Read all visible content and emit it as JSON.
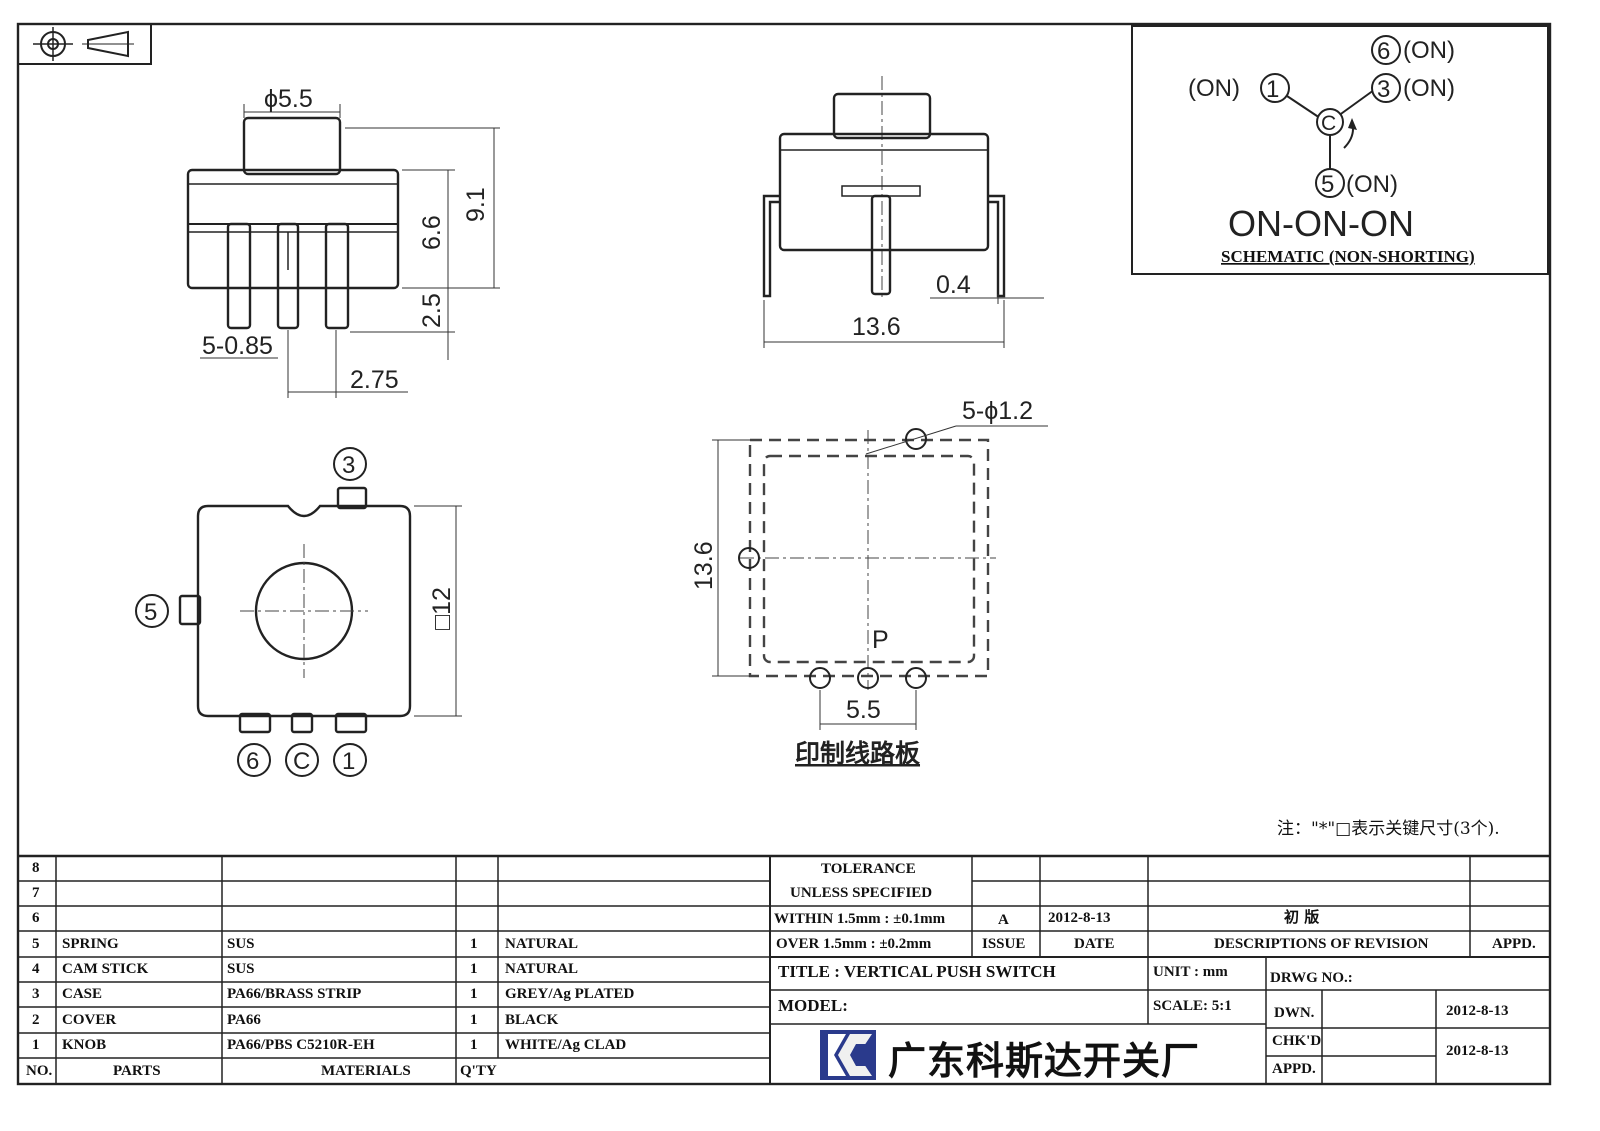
{
  "views": {
    "side": {
      "dim_diameter": "ϕ5.5",
      "dim_total_height": "9.1",
      "dim_body_height": "6.6",
      "dim_pin_length": "2.5",
      "dim_pin_width": "5-0.85",
      "dim_pin_pitch": "2.75"
    },
    "front": {
      "dim_thickness": "0.4",
      "dim_width": "13.6"
    },
    "top": {
      "dim_square": "□12",
      "pins": [
        "3",
        "5",
        "6",
        "C",
        "1"
      ]
    },
    "pcb": {
      "dim_holes": "5-ϕ1.2",
      "dim_height": "13.6",
      "dim_pitch": "5.5",
      "label_p": "P",
      "caption": "印制线路板"
    }
  },
  "schematic": {
    "pins": [
      {
        "id": "6",
        "state": "(ON)"
      },
      {
        "id": "3",
        "state": "(ON)"
      },
      {
        "id": "1",
        "state": "(ON)"
      },
      {
        "id": "5",
        "state": "(ON)"
      }
    ],
    "common": "C",
    "function": "ON-ON-ON",
    "caption": "SCHEMATIC (NON-SHORTING)"
  },
  "note": "注：\"*\"□表示关键尺寸(3个).",
  "parts_list": {
    "headers": {
      "no": "NO.",
      "parts": "PARTS",
      "materials": "MATERIALS",
      "qty": "Q'TY"
    },
    "rows": [
      {
        "no": "8",
        "part": "",
        "material": "",
        "qty": "",
        "finish": ""
      },
      {
        "no": "7",
        "part": "",
        "material": "",
        "qty": "",
        "finish": ""
      },
      {
        "no": "6",
        "part": "",
        "material": "",
        "qty": "",
        "finish": ""
      },
      {
        "no": "5",
        "part": "SPRING",
        "material": "SUS",
        "qty": "1",
        "finish": "NATURAL"
      },
      {
        "no": "4",
        "part": "CAM STICK",
        "material": "SUS",
        "qty": "1",
        "finish": "NATURAL"
      },
      {
        "no": "3",
        "part": "CASE",
        "material": "PA66/BRASS STRIP",
        "qty": "1",
        "finish": "GREY/Ag PLATED"
      },
      {
        "no": "2",
        "part": "COVER",
        "material": "PA66",
        "qty": "1",
        "finish": "BLACK"
      },
      {
        "no": "1",
        "part": "KNOB",
        "material": "PA66/PBS C5210R-EH",
        "qty": "1",
        "finish": "WHITE/Ag CLAD"
      }
    ]
  },
  "revision": {
    "tolerance_title": "TOLERANCE",
    "tolerance_subtitle": "UNLESS  SPECIFIED",
    "within": "WITHIN 1.5mm : ±0.1mm",
    "over": "OVER 1.5mm : ±0.2mm",
    "issue_value": "A",
    "date_value": "2012-8-13",
    "description_value": "初  版",
    "issue_label": "ISSUE",
    "date_label": "DATE",
    "description_label": "DESCRIPTIONS OF REVISION",
    "appd_label": "APPD."
  },
  "title_block": {
    "title": "TITLE :  VERTICAL PUSH SWITCH",
    "unit": "UNIT :  mm",
    "drwg_no": "DRWG NO.:",
    "model": "MODEL:",
    "scale": "SCALE:  5:1",
    "dwn_label": "DWN.",
    "dwn_date": "2012-8-13",
    "chkd_label": "CHK'D",
    "chkd_date": "2012-8-13",
    "appd_label": "APPD.",
    "company": "广东科斯达开关厂"
  }
}
